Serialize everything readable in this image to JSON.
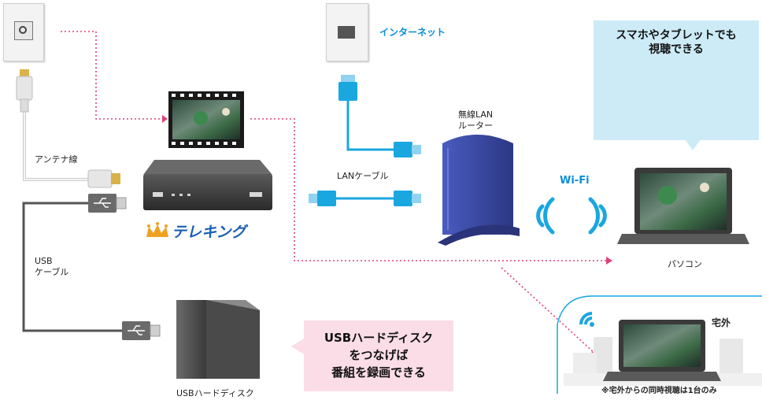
{
  "labels": {
    "internet": "インターネット",
    "antenna_cable": "アンテナ線",
    "usb_cable_line1": "USB",
    "usb_cable_line2": "ケーブル",
    "lan_cable": "LANケーブル",
    "router_line1": "無線LAN",
    "router_line2": "ルーター",
    "wifi": "Wi-Fi",
    "pc": "パソコン",
    "usb_hdd": "USBハードディスク",
    "outside": "宅外",
    "outside_note": "※宅外からの同時視聴は1台のみ",
    "brand": "テレキング"
  },
  "callouts": {
    "mobile_line1": "スマホやタブレットでも",
    "mobile_line2": "視聴できる",
    "hdd_line1": "USBハードディスク",
    "hdd_line2": "をつなげば",
    "hdd_line3": "番組を録画できる"
  },
  "colors": {
    "dotted_line": "#e0407a",
    "lan_cable": "#1aa7e0",
    "router": "#3b4aa6",
    "wifi": "#1aa7e0",
    "callout_blue": "#cdebf7",
    "callout_pink": "#fbdde8",
    "brand_text": "#1a5fb4"
  },
  "icons": {
    "tv_socket": "antenna-socket-icon",
    "lan_socket": "lan-socket-icon",
    "usb": "usb-symbol-icon",
    "crown": "crown-icon",
    "wifi": "wifi-waves-icon"
  }
}
